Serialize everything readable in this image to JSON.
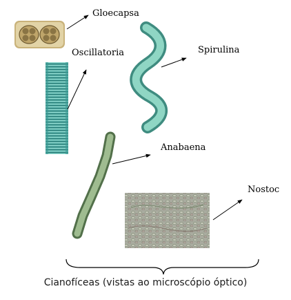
{
  "labels": {
    "gloecapsa": "Gloecapsa",
    "oscillatoria": "Oscillatoria",
    "spirulina": "Spirulina",
    "anabaena": "Anabaena",
    "nostoc": "Nostoc"
  },
  "caption": "Cianofíceas (vistas ao microscópio óptico)",
  "colors": {
    "gloecapsa": "#c9b27a",
    "oscillatoria": "#5fb8b0",
    "spirulina": "#6fbcaa",
    "anabaena": "#7a9a70",
    "nostoc": "#a8aaa0",
    "line": "#000000"
  }
}
